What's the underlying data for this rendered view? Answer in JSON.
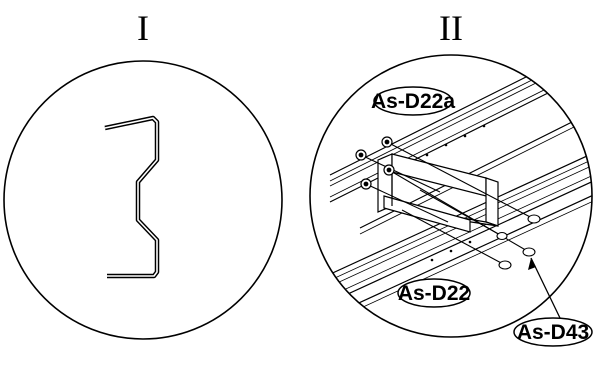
{
  "panels": [
    {
      "label": "I"
    },
    {
      "label": "II"
    }
  ],
  "callouts": {
    "top_rail": "As-D22a",
    "bottom_rail": "As-D22",
    "fastener": "As-D43"
  }
}
